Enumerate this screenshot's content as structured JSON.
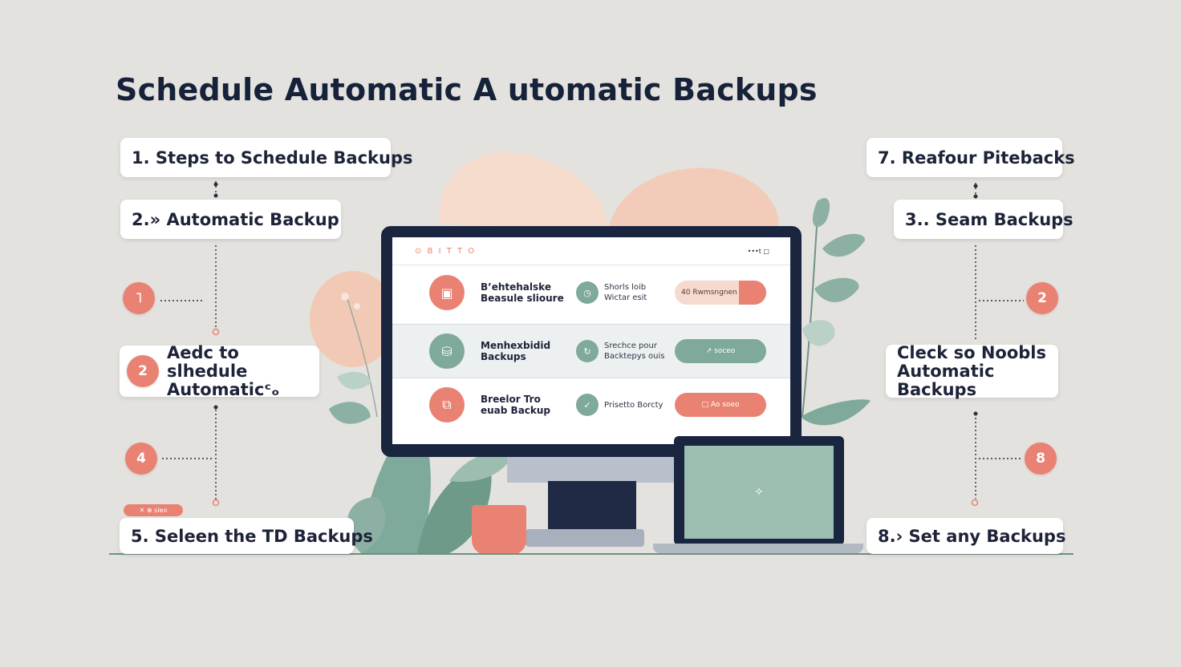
{
  "title": "Schedule Automatic A utomatic Backups",
  "left_steps": [
    {
      "label": "1. Steps to Schedule Backups"
    },
    {
      "label": "2.» Automatic Backup"
    },
    {
      "label": "5. Seleen the TD Backups"
    }
  ],
  "left_badges": [
    "˥",
    "4"
  ],
  "left_card": {
    "badge": "2",
    "line1": "Aedc to slhedule",
    "line2": "Automaticᶜₒ"
  },
  "left_pill": "✕ ⊕ sleo",
  "right_steps": [
    {
      "label": "7. Reafour Pitebacks"
    },
    {
      "label": "3..  Seam Backups"
    },
    {
      "label": "8.›  Set any Backups"
    }
  ],
  "right_badges": [
    "2",
    "8"
  ],
  "right_card": {
    "line1": "Cleck so Noobls",
    "line2": "Automatic Backups"
  },
  "screen": {
    "brand": "⊙ B I T T O",
    "corner": "•••t □",
    "rows": [
      {
        "title_l1": "B’ehtehalske",
        "title_l2": "Beasule slioure",
        "sub_l1": "Shorls loib",
        "sub_l2": "Wictar esit",
        "button": "40  Rwmsngnen",
        "style": "coral-light"
      },
      {
        "title_l1": "Menhexbidid",
        "title_l2": "Backups",
        "sub_l1": "Srechce pour",
        "sub_l2": "Backtepys ouis",
        "button": "↗  soceo",
        "style": "sage"
      },
      {
        "title_l1": "Breelor Tro",
        "title_l2": "еuab Backup",
        "sub_l1": "Prisetto Borcty",
        "sub_l2": "",
        "button": "□   Ao soeo",
        "style": "coral"
      }
    ]
  },
  "laptop_glyph": "✧",
  "colors": {
    "coral": "#e98273",
    "sage": "#7fa99a",
    "navy": "#1a2540",
    "peach": "#f4d6c6",
    "background": "#e4e2de"
  }
}
